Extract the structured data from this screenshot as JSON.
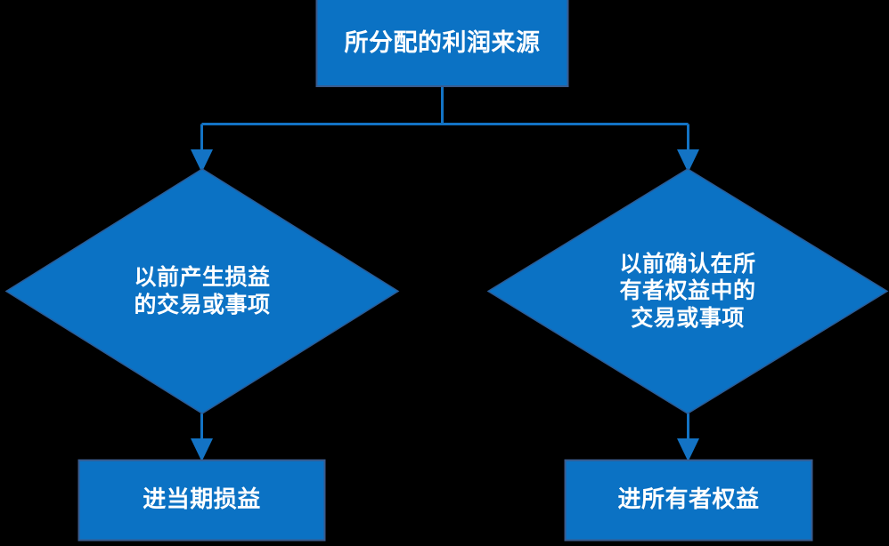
{
  "diagram": {
    "type": "flowchart",
    "title_node": "所分配的利润来源",
    "background_color": "#000000",
    "node_fill_color": "#0B72C4",
    "node_border_color": "#3A5A8C",
    "connector_color": "#1373C4",
    "text_color": "#FFFFFF"
  },
  "nodes": {
    "top": {
      "shape": "rectangle",
      "label": "所分配的利润来源"
    },
    "left_decision": {
      "shape": "diamond",
      "label": "以前产生损益\n的交易或事项"
    },
    "right_decision": {
      "shape": "diamond",
      "label": "以前确认在所\n有者权益中的\n交易或事项"
    },
    "bottom_left": {
      "shape": "rectangle",
      "label": "进当期损益"
    },
    "bottom_right": {
      "shape": "rectangle",
      "label": "进所有者权益"
    }
  },
  "edges": [
    {
      "from": "top",
      "to": "left_decision",
      "style": "elbow-arrow"
    },
    {
      "from": "top",
      "to": "right_decision",
      "style": "elbow-arrow"
    },
    {
      "from": "left_decision",
      "to": "bottom_left",
      "style": "straight-arrow"
    },
    {
      "from": "right_decision",
      "to": "bottom_right",
      "style": "straight-arrow"
    }
  ]
}
